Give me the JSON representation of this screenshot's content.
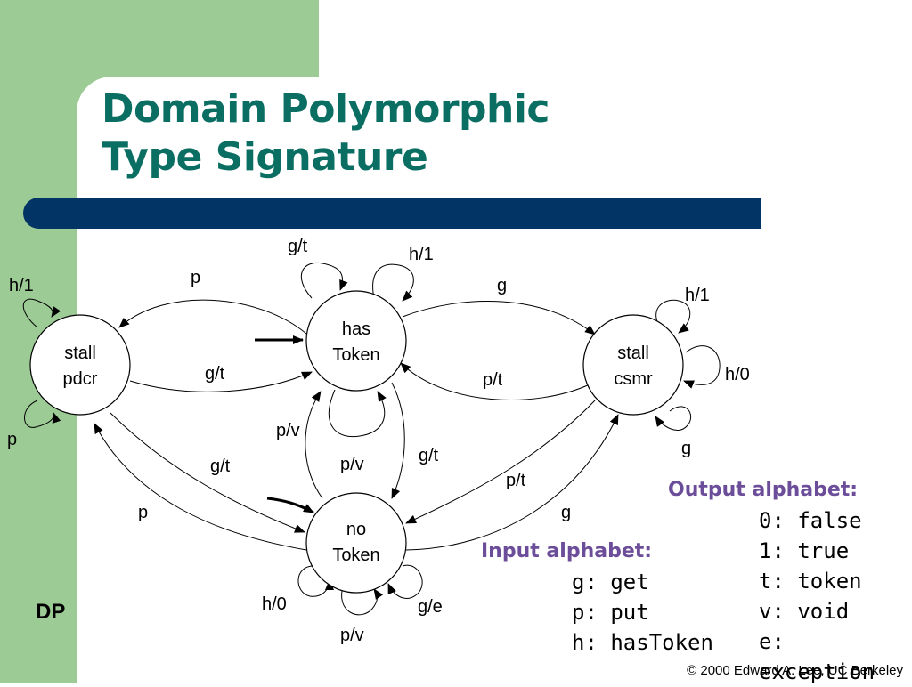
{
  "slide": {
    "title_line1": "Domain Polymorphic",
    "title_line2": "Type Signature",
    "footer_tag": "DP",
    "copyright": "© 2000 Edward A. Lee, UC Berkeley"
  },
  "states": {
    "stall_pdcr": {
      "line1": "stall",
      "line2": "pdcr"
    },
    "has_token": {
      "line1": "has",
      "line2": "Token"
    },
    "stall_csmr": {
      "line1": "stall",
      "line2": "csmr"
    },
    "no_token": {
      "line1": "no",
      "line2": "Token"
    }
  },
  "transitions": {
    "pdcr_self_h": "h/1",
    "pdcr_self_p": "p",
    "has_to_pdcr": "p",
    "pdcr_to_has": "g/t",
    "has_self_g": "g/t",
    "has_self_h": "h/1",
    "has_to_csmr": "g",
    "csmr_to_has": "p/t",
    "csmr_self_h1": "h/1",
    "csmr_self_h0": "h/0",
    "csmr_self_g": "g",
    "no_to_has": "p/v",
    "has_self_loop_p": "p/v",
    "has_to_no": "g/t",
    "pdcr_to_no": "g/t",
    "no_to_pdcr": "p",
    "csmr_to_no": "p/t",
    "no_to_csmr": "g",
    "no_self_h": "h/0",
    "no_self_p": "p/v",
    "no_self_g": "g/e"
  },
  "input_alphabet": {
    "heading": "Input alphabet:",
    "items": [
      "g: get",
      "p: put",
      "h: hasToken"
    ]
  },
  "output_alphabet": {
    "heading": "Output alphabet:",
    "items": [
      "0: false",
      "1: true",
      "t: token",
      "v: void",
      "e: exception"
    ]
  }
}
